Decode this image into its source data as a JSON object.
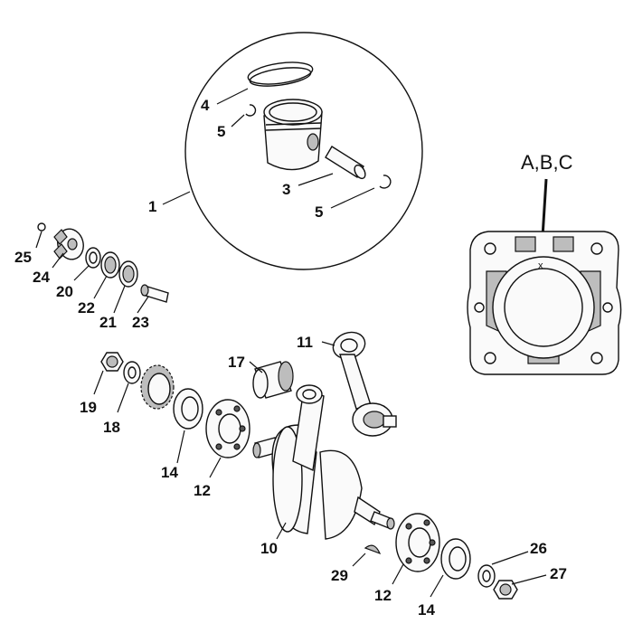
{
  "callouts": {
    "c1": "1",
    "c3": "3",
    "c4": "4",
    "c5a": "5",
    "c5b": "5",
    "c10": "10",
    "c11": "11",
    "c12a": "12",
    "c12b": "12",
    "c14a": "14",
    "c14b": "14",
    "c17": "17",
    "c18": "18",
    "c19": "19",
    "c20": "20",
    "c21": "21",
    "c22": "22",
    "c23": "23",
    "c24": "24",
    "c25": "25",
    "c26": "26",
    "c27": "27",
    "c29": "29"
  },
  "cylinder": {
    "title": "A,B,C",
    "marker": "x"
  },
  "icons": {
    "arrow": "down-arrow-icon"
  }
}
